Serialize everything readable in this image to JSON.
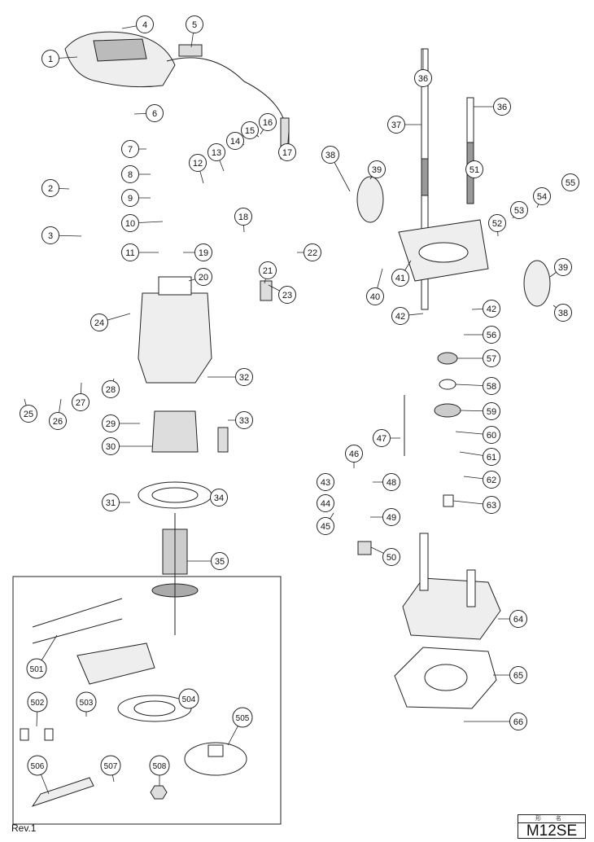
{
  "diagram": {
    "callouts": [
      "1",
      "4",
      "5",
      "6",
      "7",
      "16",
      "15",
      "14",
      "13",
      "12",
      "17",
      "8",
      "9",
      "10",
      "11",
      "2",
      "3",
      "18",
      "19",
      "20",
      "22",
      "21",
      "23",
      "24",
      "28",
      "27",
      "26",
      "25",
      "32",
      "29",
      "30",
      "33",
      "31",
      "34",
      "35",
      "36",
      "36",
      "37",
      "38",
      "39",
      "51",
      "55",
      "54",
      "53",
      "52",
      "39",
      "38",
      "40",
      "41",
      "42",
      "42",
      "56",
      "57",
      "58",
      "59",
      "60",
      "61",
      "62",
      "63",
      "47",
      "46",
      "48",
      "43",
      "44",
      "45",
      "49",
      "50",
      "64",
      "65",
      "66",
      "501",
      "502",
      "503",
      "504",
      "505",
      "506",
      "507",
      "508"
    ],
    "line_color": "#222222"
  },
  "footer": {
    "revision": "Rev.1",
    "model_label": "形 名",
    "model_value": "M12SE"
  }
}
